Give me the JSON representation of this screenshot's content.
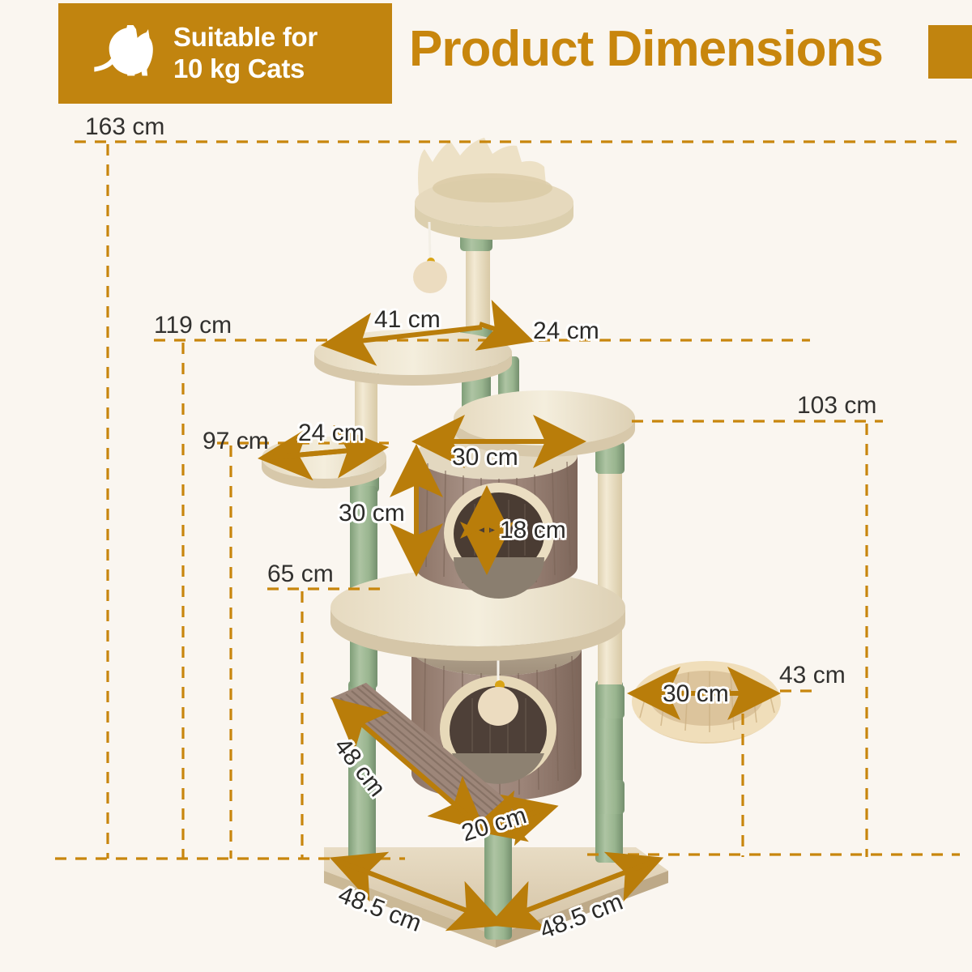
{
  "header": {
    "badge_icon": "cat-silhouette-icon",
    "badge_text": "Suitable for\n10 kg Cats",
    "title": "Product Dimensions",
    "accent_color": "#c1840f",
    "title_color": "#c8860d",
    "background_color": "#faf6f0"
  },
  "product": {
    "name": "multi-level-cat-tree",
    "parts": [
      "crown-top-bed",
      "dangling-pompom-top",
      "upper-oval-platform",
      "small-round-perch",
      "large-oval-platform",
      "upper-condo-house",
      "mid-large-platform",
      "lower-condo-house",
      "dangling-pompom-lower",
      "ramp-ladder",
      "hammock-basket",
      "base-board",
      "sisal-posts",
      "green-plush-posts"
    ]
  },
  "dimensions": {
    "total_height": "163 cm",
    "upper_platform_height": "119 cm",
    "small_perch_height": "97 cm",
    "mid_platform_height": "65 cm",
    "large_platform_height": "103 cm",
    "basket_height": "43 cm",
    "upper_platform_left_width": "41 cm",
    "upper_platform_right_width": "24 cm",
    "small_perch_width": "24 cm",
    "condo_width": "30 cm",
    "condo_height": "30 cm",
    "condo_entrance_height": "18 cm",
    "basket_width": "30 cm",
    "ramp_length": "48 cm",
    "ramp_width": "20 cm",
    "base_depth_left": "48.5 cm",
    "base_depth_right": "48.5 cm"
  },
  "chart_data": {
    "type": "table",
    "title": "Product Dimensions",
    "unit": "cm",
    "categories": [
      "Total height",
      "Upper platform height",
      "Large platform height",
      "Small perch height",
      "Mid platform height",
      "Basket height",
      "Upper platform width (left)",
      "Upper platform width (right)",
      "Small perch width",
      "Condo width",
      "Condo height",
      "Condo entrance height",
      "Basket width",
      "Ramp length",
      "Ramp width",
      "Base side A",
      "Base side B"
    ],
    "values": [
      163,
      119,
      103,
      97,
      65,
      43,
      41,
      24,
      24,
      30,
      30,
      18,
      30,
      48,
      20,
      48.5,
      48.5
    ]
  },
  "colors": {
    "dash_gold": "#c8860d",
    "arrow_gold": "#b97d0a",
    "plush_cream": "#e9dfcb",
    "plush_beige": "#ded0b4",
    "plush_brown": "#9c8577",
    "post_green": "#9cb793",
    "sisal": "#e9ddc2"
  }
}
